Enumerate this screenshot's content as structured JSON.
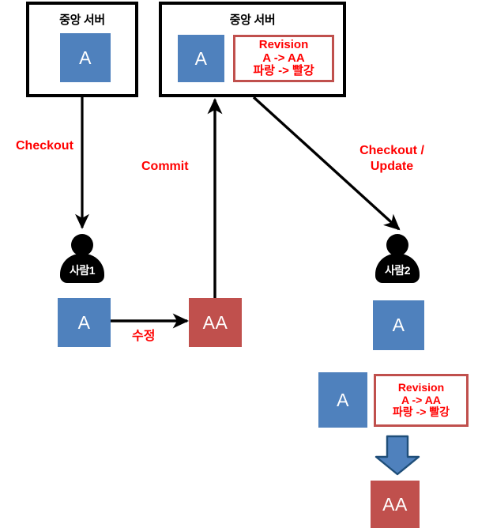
{
  "diagram": {
    "title_text": "중앙 서버",
    "colors": {
      "file_blue": "#4F81BD",
      "file_red": "#C0504D",
      "label_red": "#FF0000",
      "outline_black": "#000000",
      "background": "#FFFFFF",
      "block_arrow_fill": "#4F81BD",
      "block_arrow_stroke": "#1F4E79"
    },
    "servers": [
      {
        "id": "server-left",
        "title": "중앙 서버",
        "file": {
          "label": "A",
          "color": "blue"
        }
      },
      {
        "id": "server-right",
        "title": "중앙 서버",
        "file": {
          "label": "A",
          "color": "blue"
        },
        "revision": {
          "heading": "Revision",
          "line2": "A -> AA",
          "line3": "파랑 -> 빨강"
        }
      }
    ],
    "people": [
      {
        "id": "person-1",
        "label": "사람1"
      },
      {
        "id": "person-2",
        "label": "사람2"
      }
    ],
    "files": {
      "person1_original": {
        "label": "A",
        "color": "blue"
      },
      "person1_modified": {
        "label": "AA",
        "color": "red"
      },
      "person2_original": {
        "label": "A",
        "color": "blue"
      },
      "person2_before_update": {
        "label": "A",
        "color": "blue"
      },
      "person2_after_update": {
        "label": "AA",
        "color": "red"
      }
    },
    "revision_note_local": {
      "heading": "Revision",
      "line2": "A -> AA",
      "line3": "파랑 -> 빨강"
    },
    "edges": [
      {
        "id": "checkout-edge",
        "label": "Checkout"
      },
      {
        "id": "commit-edge",
        "label": "Commit"
      },
      {
        "id": "checkout-update-edge",
        "label": "Checkout /\nUpdate"
      },
      {
        "id": "modify-edge",
        "label": "수정"
      }
    ]
  }
}
